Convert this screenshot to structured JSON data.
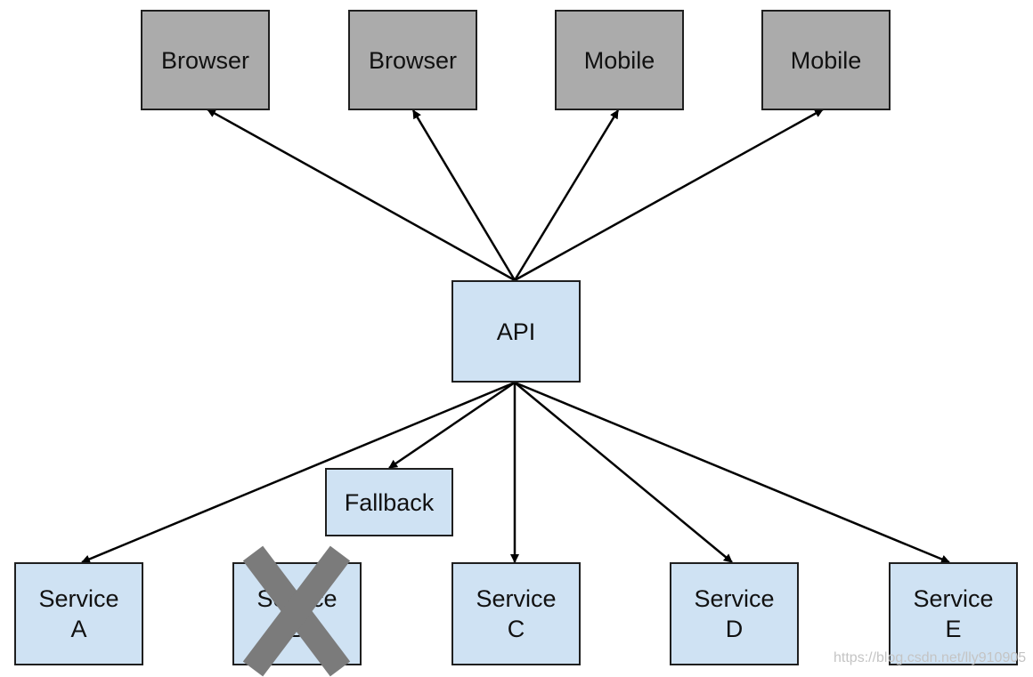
{
  "clients": [
    {
      "label": "Browser"
    },
    {
      "label": "Browser"
    },
    {
      "label": "Mobile"
    },
    {
      "label": "Mobile"
    }
  ],
  "api": {
    "label": "API"
  },
  "fallback": {
    "label": "Fallback"
  },
  "services": [
    {
      "line1": "Service",
      "line2": "A",
      "failed": false
    },
    {
      "line1": "Service",
      "line2": "B",
      "failed": true
    },
    {
      "line1": "Service",
      "line2": "C",
      "failed": false
    },
    {
      "line1": "Service",
      "line2": "D",
      "failed": false
    },
    {
      "line1": "Service",
      "line2": "E",
      "failed": false
    }
  ],
  "watermark": "https://blog.csdn.net/lly910905",
  "colors": {
    "client_fill": "#ababab",
    "service_fill": "#cfe2f3",
    "stroke": "#1f1f1f",
    "failure_mark": "#7b7b7b"
  }
}
